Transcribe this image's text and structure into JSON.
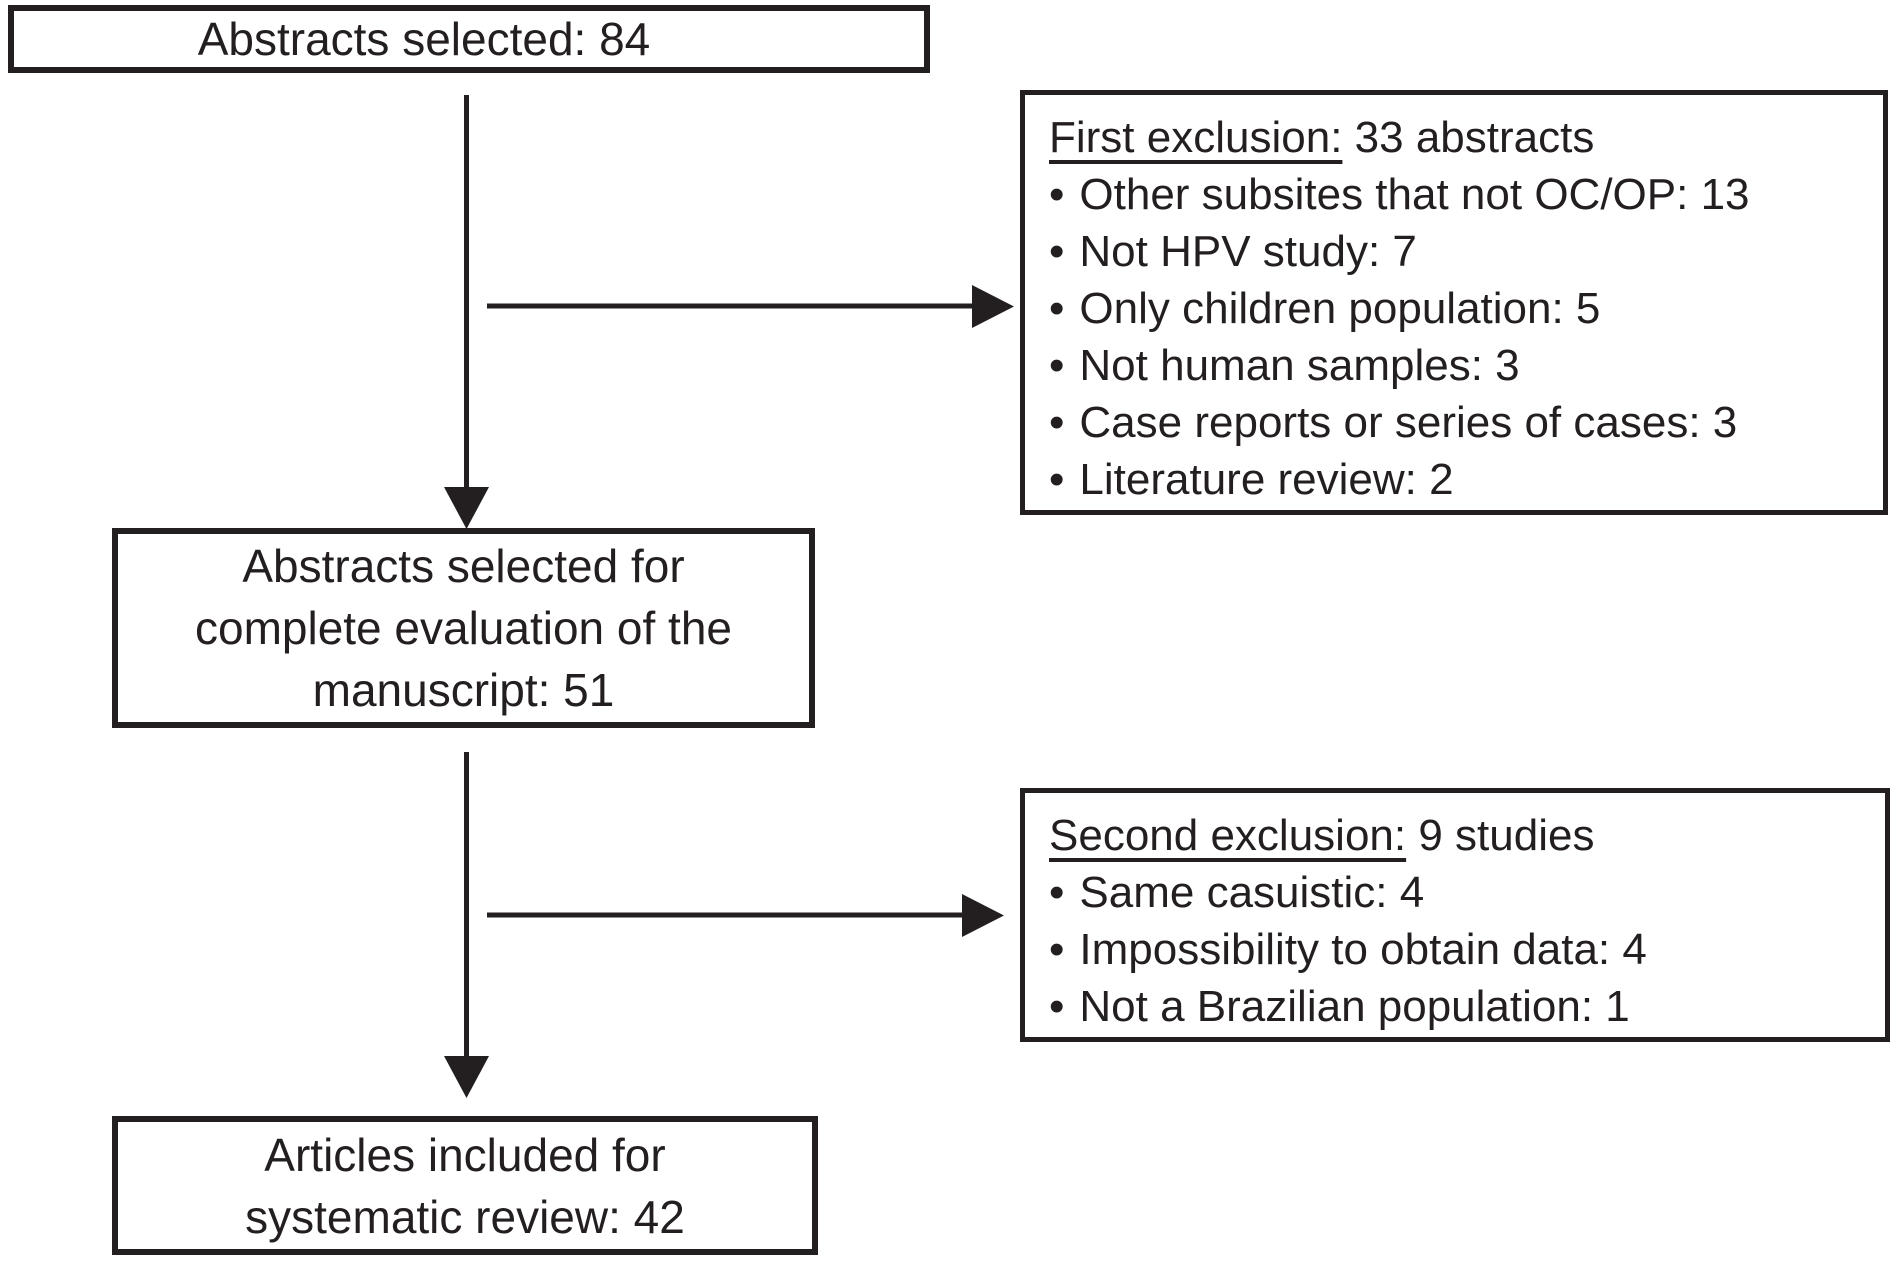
{
  "glyphs": {
    "bullet": "•"
  },
  "colors": {
    "ink": "#231f20",
    "background": "#ffffff"
  },
  "flow": {
    "abstracts_selected": {
      "text": "Abstracts selected: 84"
    },
    "first_exclusion": {
      "title_underlined": "First exclusion:",
      "title_rest": " 33 abstracts",
      "items": [
        "Other subsites that not OC/OP: 13",
        "Not HPV study: 7",
        "Only children population: 5",
        "Not human samples: 3",
        "Case reports or series of cases: 3",
        "Literature review: 2"
      ]
    },
    "complete_evaluation": {
      "lines": [
        "Abstracts selected for",
        "complete evaluation of the",
        "manuscript: 51"
      ]
    },
    "second_exclusion": {
      "title_underlined": "Second exclusion:",
      "title_rest": " 9 studies",
      "items": [
        "Same casuistic: 4",
        "Impossibility to obtain data: 4",
        "Not a Brazilian population: 1"
      ]
    },
    "included": {
      "lines": [
        "Articles included for",
        "systematic review: 42"
      ]
    }
  }
}
